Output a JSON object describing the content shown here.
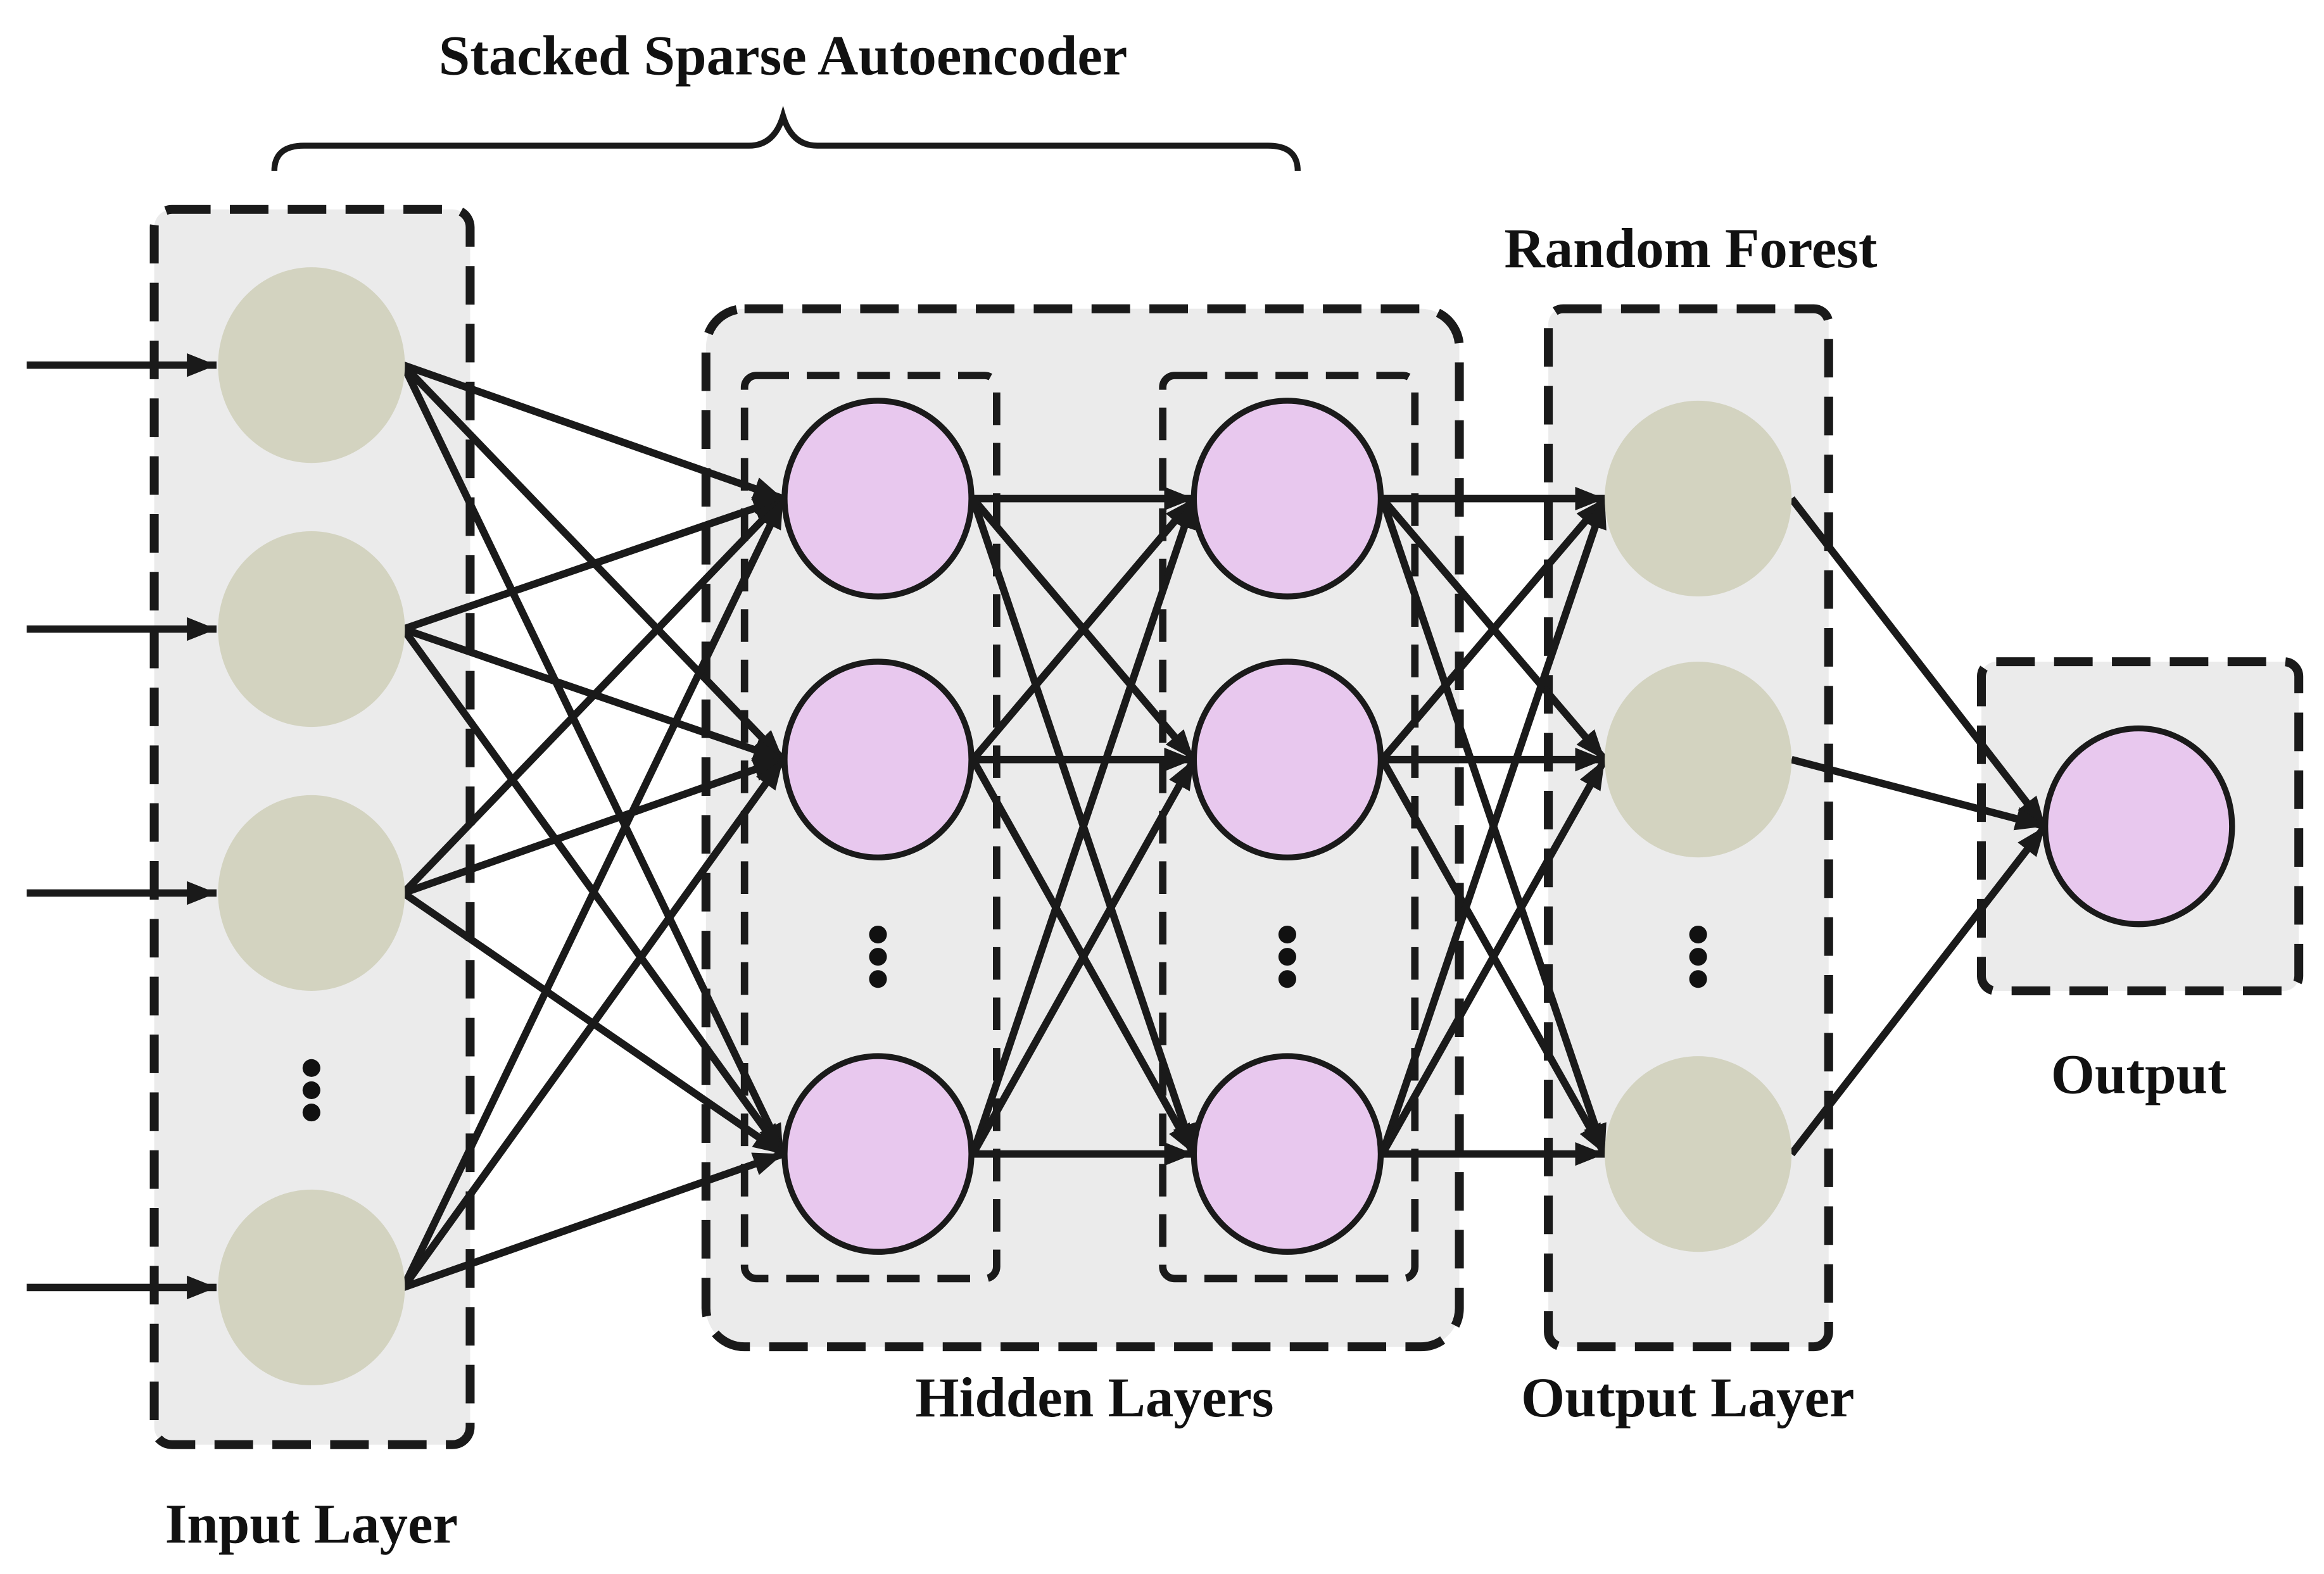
{
  "labels": {
    "stacked": "Stacked Sparse Autoencoder",
    "random_forest": "Random Forest",
    "input_layer": "Input Layer",
    "hidden_layers": "Hidden Layers",
    "output_layer": "Output Layer",
    "output": "Output"
  },
  "colors": {
    "input_node": "#d3d3c0",
    "hidden_node": "#e8c8ee",
    "output_node": "#e8c8ee",
    "panel": "#ebebeb",
    "stroke": "#1a1a1a"
  }
}
